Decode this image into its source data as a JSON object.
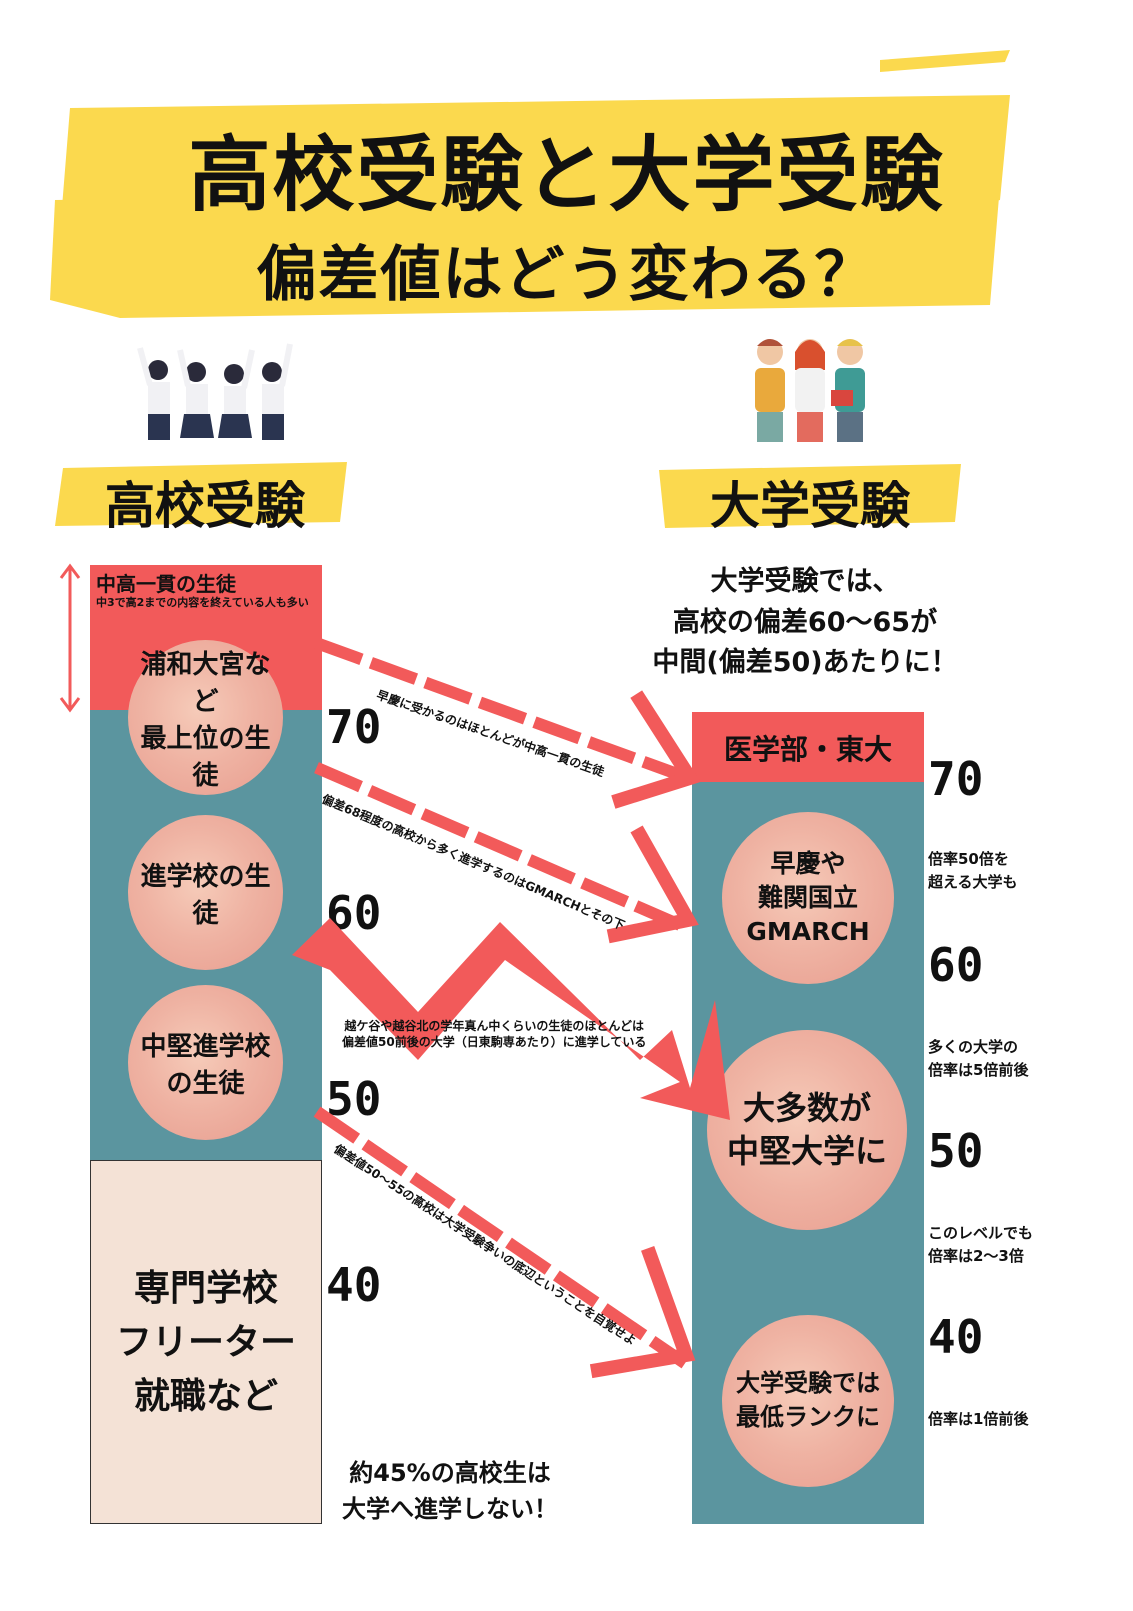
{
  "title": {
    "line1": "高校受験と大学受験",
    "line2": "偏差値はどう変わる？"
  },
  "colors": {
    "yellow": "#fbd94e",
    "teal": "#5b959f",
    "red": "#f25a5a",
    "beige": "#f4e2d6",
    "arrow": "#f25a5a"
  },
  "high_school": {
    "section_label": "高校受験",
    "top_block": {
      "title": "中高一貫の生徒",
      "sub": "中3で高2までの内容を終えている人も多い"
    },
    "circles": [
      {
        "label": "浦和大宮など\n最上位の生徒"
      },
      {
        "label": "進学校の生徒"
      },
      {
        "label": "中堅進学校\nの生徒"
      }
    ],
    "bottom_block": {
      "label": "専門学校\nフリーター\n就職など"
    },
    "ticks": [
      "70",
      "60",
      "50",
      "40"
    ],
    "footer_note": "約45%の高校生は\n大学へ進学しない！"
  },
  "university": {
    "section_label": "大学受験",
    "intro": "大学受験では、\n高校の偏差60〜65が\n中間(偏差50)あたりに！",
    "top_block": {
      "title": "医学部・東大"
    },
    "circles": [
      {
        "label": "早慶や\n難関国立\nGMARCH"
      },
      {
        "label": "大多数が\n中堅大学に"
      },
      {
        "label": "大学受験では\n最低ランクに"
      }
    ],
    "ticks": [
      "70",
      "60",
      "50",
      "40"
    ],
    "side_notes": [
      "倍率50倍を\n超える大学も",
      "多くの大学の\n倍率は5倍前後",
      "このレベルでも\n倍率は2〜3倍",
      "倍率は1倍前後"
    ]
  },
  "arrow_labels": [
    "早慶に受かるのはほとんどが中高一貫の生徒",
    "偏差68程度の高校から多く進学するのはGMARCHとその下",
    "越ケ谷や越谷北の学年真ん中くらいの生徒のほとんどは\n偏差値50前後の大学（日東駒専あたり）に進学している",
    "偏差値50〜55の高校は大学受験争いの底辺ということを自覚せよ"
  ],
  "icons": {
    "left_people": "cheering-students-icon",
    "right_people": "university-students-icon"
  }
}
